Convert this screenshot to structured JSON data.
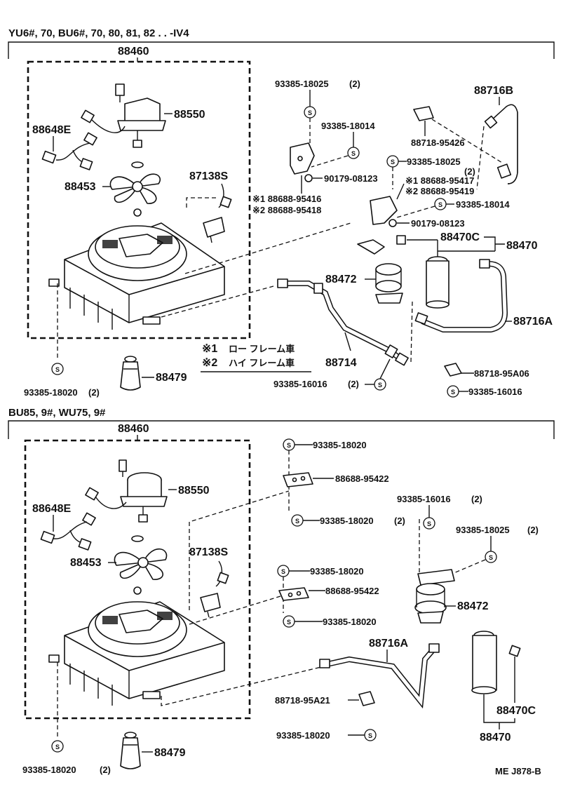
{
  "section1": {
    "header": "YU6#, 70, BU6#, 70, 80, 81, 82 . . -IV4",
    "group": "88460",
    "parts": {
      "motor": "88550",
      "harness": "88648E",
      "fan": "88453",
      "relay": "87138S",
      "bolt_a": "93385-18025",
      "bolt_a_qty": "(2)",
      "bolt_b": "93385-18014",
      "nut": "90179-08123",
      "bracket1": "※1 88688-95416",
      "bracket2": "※2 88688-95418",
      "bolt_c": "93385-18025",
      "bolt_c_qty": "(2)",
      "bracket3": "※1 88688-95417",
      "bracket4": "※2 88688-95419",
      "bolt_d": "93385-18014",
      "nut2": "90179-08123",
      "hose_b": "88716B",
      "clamp": "88718-95426",
      "receiver_c": "88470C",
      "receiver": "88470",
      "holder": "88472",
      "hose_a": "88716A",
      "pipe": "88714",
      "clamp2": "88718-95A06",
      "bolt_e": "93385-16016",
      "bolt_f": "93385-16016",
      "bolt_f_qty": "(2)",
      "bolt_g": "93385-18020",
      "bolt_g_qty": "(2)",
      "cap": "88479"
    },
    "note1_mark": "※1",
    "note1_text": "ロー フレーム車",
    "note2_mark": "※2",
    "note2_text": "ハイ フレーム車"
  },
  "section2": {
    "header": "BU85, 9#, WU75, 9#",
    "group": "88460",
    "parts": {
      "motor": "88550",
      "harness": "88648E",
      "fan": "88453",
      "relay": "87138S",
      "bolt1": "93385-18020",
      "bracket1": "88688-95422",
      "bolt2": "93385-18020",
      "bolt2_qty": "(2)",
      "bolt3": "93385-16016",
      "bolt3_qty": "(2)",
      "bolt4": "93385-18025",
      "bolt4_qty": "(2)",
      "bolt5": "93385-18020",
      "bracket2": "88688-95422",
      "bolt6": "93385-18020",
      "holder": "88472",
      "hose_a": "88716A",
      "clamp": "88718-95A21",
      "bolt7": "93385-18020",
      "receiver_c": "88470C",
      "receiver": "88470",
      "bolt8": "93385-18020",
      "bolt8_qty": "(2)",
      "cap": "88479"
    }
  },
  "footer": "ME J878-B",
  "s_symbol": "S"
}
